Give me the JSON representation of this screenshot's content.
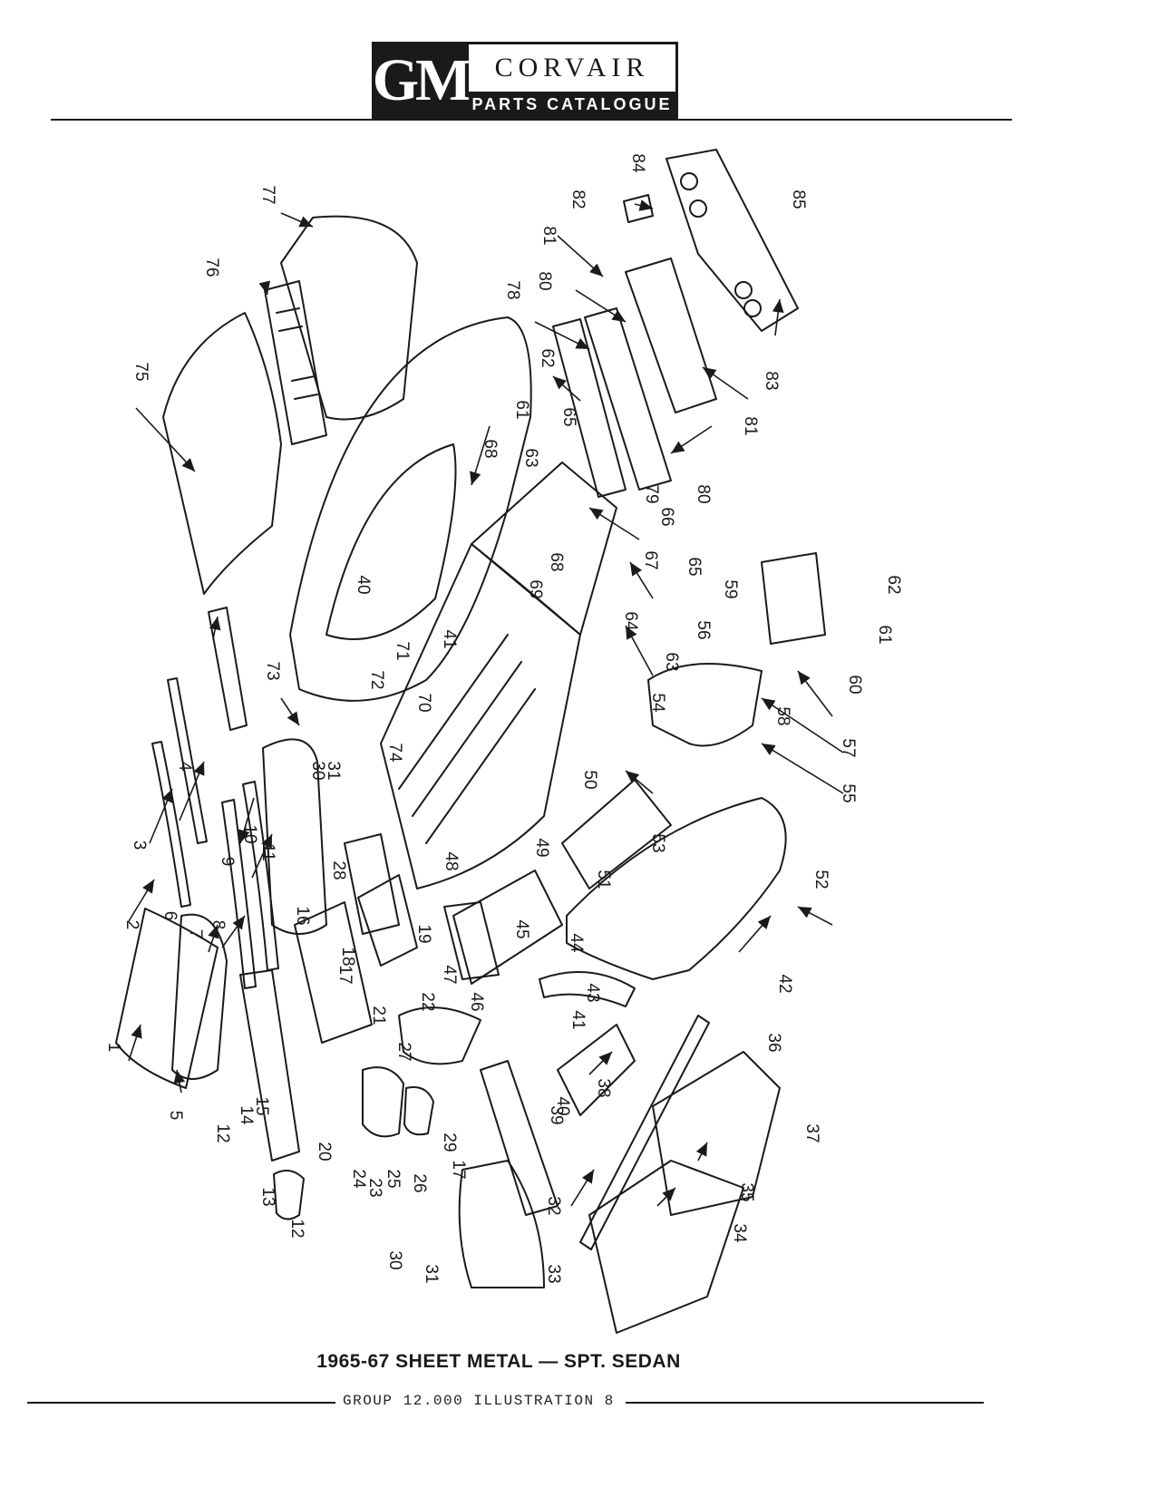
{
  "header": {
    "logo_brand": "GM",
    "logo_title": "CORVAIR",
    "logo_subtitle": "PARTS CATALOGUE"
  },
  "diagram": {
    "callouts": [
      {
        "id": "c1",
        "text": "1"
      },
      {
        "id": "c2",
        "text": "2"
      },
      {
        "id": "c3",
        "text": "3"
      },
      {
        "id": "c4",
        "text": "4"
      },
      {
        "id": "c5",
        "text": "5"
      },
      {
        "id": "c6",
        "text": "6"
      },
      {
        "id": "c7",
        "text": "7"
      },
      {
        "id": "c8",
        "text": "8"
      },
      {
        "id": "c9",
        "text": "9"
      },
      {
        "id": "c10",
        "text": "10"
      },
      {
        "id": "c11",
        "text": "11"
      },
      {
        "id": "c12a",
        "text": "12"
      },
      {
        "id": "c12b",
        "text": "12"
      },
      {
        "id": "c13",
        "text": "13"
      },
      {
        "id": "c14",
        "text": "14"
      },
      {
        "id": "c15",
        "text": "15"
      },
      {
        "id": "c16",
        "text": "16"
      },
      {
        "id": "c17a",
        "text": "17"
      },
      {
        "id": "c17b",
        "text": "17"
      },
      {
        "id": "c18",
        "text": "18"
      },
      {
        "id": "c19",
        "text": "19"
      },
      {
        "id": "c20",
        "text": "20"
      },
      {
        "id": "c21",
        "text": "21"
      },
      {
        "id": "c22",
        "text": "22"
      },
      {
        "id": "c23",
        "text": "23"
      },
      {
        "id": "c24",
        "text": "24"
      },
      {
        "id": "c25",
        "text": "25"
      },
      {
        "id": "c26",
        "text": "26"
      },
      {
        "id": "c27",
        "text": "27"
      },
      {
        "id": "c28",
        "text": "28"
      },
      {
        "id": "c29",
        "text": "29"
      },
      {
        "id": "c30a",
        "text": "30"
      },
      {
        "id": "c30b",
        "text": "30"
      },
      {
        "id": "c31a",
        "text": "31"
      },
      {
        "id": "c31b",
        "text": "31"
      },
      {
        "id": "c32",
        "text": "32"
      },
      {
        "id": "c33",
        "text": "33"
      },
      {
        "id": "c34",
        "text": "34"
      },
      {
        "id": "c35",
        "text": "35"
      },
      {
        "id": "c36",
        "text": "36"
      },
      {
        "id": "c37",
        "text": "37"
      },
      {
        "id": "c38",
        "text": "38"
      },
      {
        "id": "c39",
        "text": "39"
      },
      {
        "id": "c40a",
        "text": "40"
      },
      {
        "id": "c40b",
        "text": "40"
      },
      {
        "id": "c41a",
        "text": "41"
      },
      {
        "id": "c41b",
        "text": "41"
      },
      {
        "id": "c42",
        "text": "42"
      },
      {
        "id": "c43",
        "text": "43"
      },
      {
        "id": "c44",
        "text": "44"
      },
      {
        "id": "c45",
        "text": "45"
      },
      {
        "id": "c46",
        "text": "46"
      },
      {
        "id": "c47",
        "text": "47"
      },
      {
        "id": "c48",
        "text": "48"
      },
      {
        "id": "c49",
        "text": "49"
      },
      {
        "id": "c50",
        "text": "50"
      },
      {
        "id": "c51",
        "text": "51"
      },
      {
        "id": "c52",
        "text": "52"
      },
      {
        "id": "c53",
        "text": "53"
      },
      {
        "id": "c54",
        "text": "54"
      },
      {
        "id": "c55",
        "text": "55"
      },
      {
        "id": "c56",
        "text": "56"
      },
      {
        "id": "c57",
        "text": "57"
      },
      {
        "id": "c58",
        "text": "58"
      },
      {
        "id": "c59",
        "text": "59"
      },
      {
        "id": "c60",
        "text": "60"
      },
      {
        "id": "c61a",
        "text": "61"
      },
      {
        "id": "c61b",
        "text": "61"
      },
      {
        "id": "c62a",
        "text": "62"
      },
      {
        "id": "c62b",
        "text": "62"
      },
      {
        "id": "c63a",
        "text": "63"
      },
      {
        "id": "c63b",
        "text": "63"
      },
      {
        "id": "c64",
        "text": "64"
      },
      {
        "id": "c65a",
        "text": "65"
      },
      {
        "id": "c65b",
        "text": "65"
      },
      {
        "id": "c66",
        "text": "66"
      },
      {
        "id": "c67",
        "text": "67"
      },
      {
        "id": "c68a",
        "text": "68"
      },
      {
        "id": "c68b",
        "text": "68"
      },
      {
        "id": "c69",
        "text": "69"
      },
      {
        "id": "c70",
        "text": "70"
      },
      {
        "id": "c71",
        "text": "71"
      },
      {
        "id": "c72",
        "text": "72"
      },
      {
        "id": "c73",
        "text": "73"
      },
      {
        "id": "c74",
        "text": "74"
      },
      {
        "id": "c75",
        "text": "75"
      },
      {
        "id": "c76",
        "text": "76"
      },
      {
        "id": "c77",
        "text": "77"
      },
      {
        "id": "c78",
        "text": "78"
      },
      {
        "id": "c79",
        "text": "79"
      },
      {
        "id": "c80a",
        "text": "80"
      },
      {
        "id": "c80b",
        "text": "80"
      },
      {
        "id": "c81a",
        "text": "81"
      },
      {
        "id": "c81b",
        "text": "81"
      },
      {
        "id": "c82",
        "text": "82"
      },
      {
        "id": "c83",
        "text": "83"
      },
      {
        "id": "c84",
        "text": "84"
      },
      {
        "id": "c85",
        "text": "85"
      }
    ]
  },
  "footer": {
    "caption": "1965-67 SHEET METAL — SPT. SEDAN",
    "group_line": "GROUP 12.000 ILLUSTRATION 8"
  }
}
